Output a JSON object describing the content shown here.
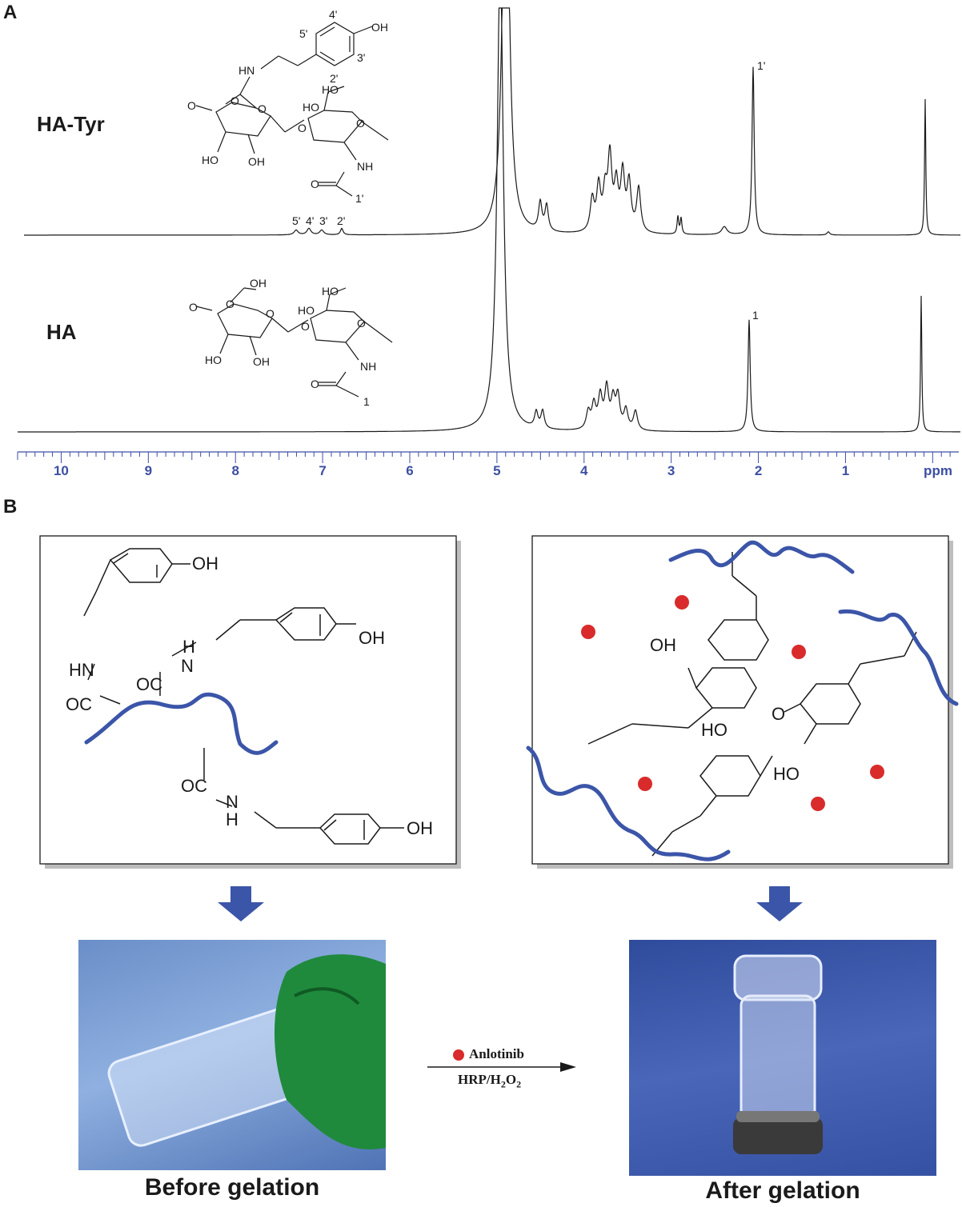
{
  "panel_a": {
    "letter": "A",
    "top_label": "HA-Tyr",
    "bottom_label": "HA",
    "top_peak_labels": [
      "5'",
      "4'",
      "3'",
      "2'"
    ],
    "top_methyl_label": "1'",
    "bottom_methyl_label": "1",
    "axis": {
      "ticks": [
        "10",
        "9",
        "8",
        "7",
        "6",
        "5",
        "4",
        "3",
        "2",
        "1"
      ],
      "unit": "ppm",
      "range": [
        10.5,
        -0.3
      ],
      "color": "#3d4fa3"
    },
    "structure_hatyr": {
      "ring_labels": [
        "4'",
        "5'",
        "3'",
        "2'"
      ],
      "atoms": [
        "OH",
        "HN",
        "O",
        "O",
        "HO",
        "HO",
        "O",
        "O",
        "O",
        "HO",
        "OH",
        "NH",
        "O",
        "1'"
      ]
    },
    "structure_ha": {
      "atoms": [
        "OH",
        "O",
        "O",
        "HO",
        "HO",
        "O",
        "O",
        "O",
        "HO",
        "OH",
        "NH",
        "O",
        "1"
      ]
    }
  },
  "panel_b": {
    "letter": "B",
    "left_box_atoms": [
      "OH",
      "HN",
      "OC",
      "OC",
      "H",
      "N",
      "OH",
      "OC",
      "N",
      "H",
      "OH"
    ],
    "right_box_atoms": [
      "OH",
      "HO",
      "O",
      "HO"
    ],
    "arrow_labels": {
      "top": "Anlotinib",
      "bottom": "HRP/H",
      "sub1": "2",
      "mid": "O",
      "sub2": "2"
    },
    "caption_left": "Before gelation",
    "caption_right": "After gelation",
    "colors": {
      "polymer": "#3b55a8",
      "arrow": "#3b55a8",
      "drug": "#d92b2b"
    }
  }
}
